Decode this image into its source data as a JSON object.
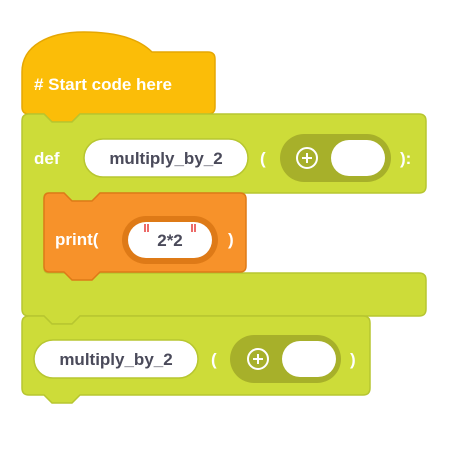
{
  "colors": {
    "hat": "#fbbd08",
    "hat_border": "#e5a703",
    "def_block": "#cddc39",
    "def_border": "#b7c630",
    "slot_dark": "#a7b02a",
    "print_block": "#f7922a",
    "print_border": "#de7a17",
    "text_light": "#ffffff",
    "text_dark": "#4a4a5a",
    "quote_red": "#e53935"
  },
  "hat_block": {
    "comment": "# Start code here"
  },
  "def_block": {
    "keyword": "def",
    "function_name": "multiply_by_2",
    "open_paren": "(",
    "close_paren": "):",
    "add_param_icon": "plus-circle-icon"
  },
  "print_block": {
    "keyword": "print(",
    "string_value": "2*2",
    "close_paren": ")"
  },
  "call_block": {
    "function_name": "multiply_by_2",
    "open_paren": "(",
    "close_paren": ")",
    "add_arg_icon": "plus-circle-icon"
  }
}
